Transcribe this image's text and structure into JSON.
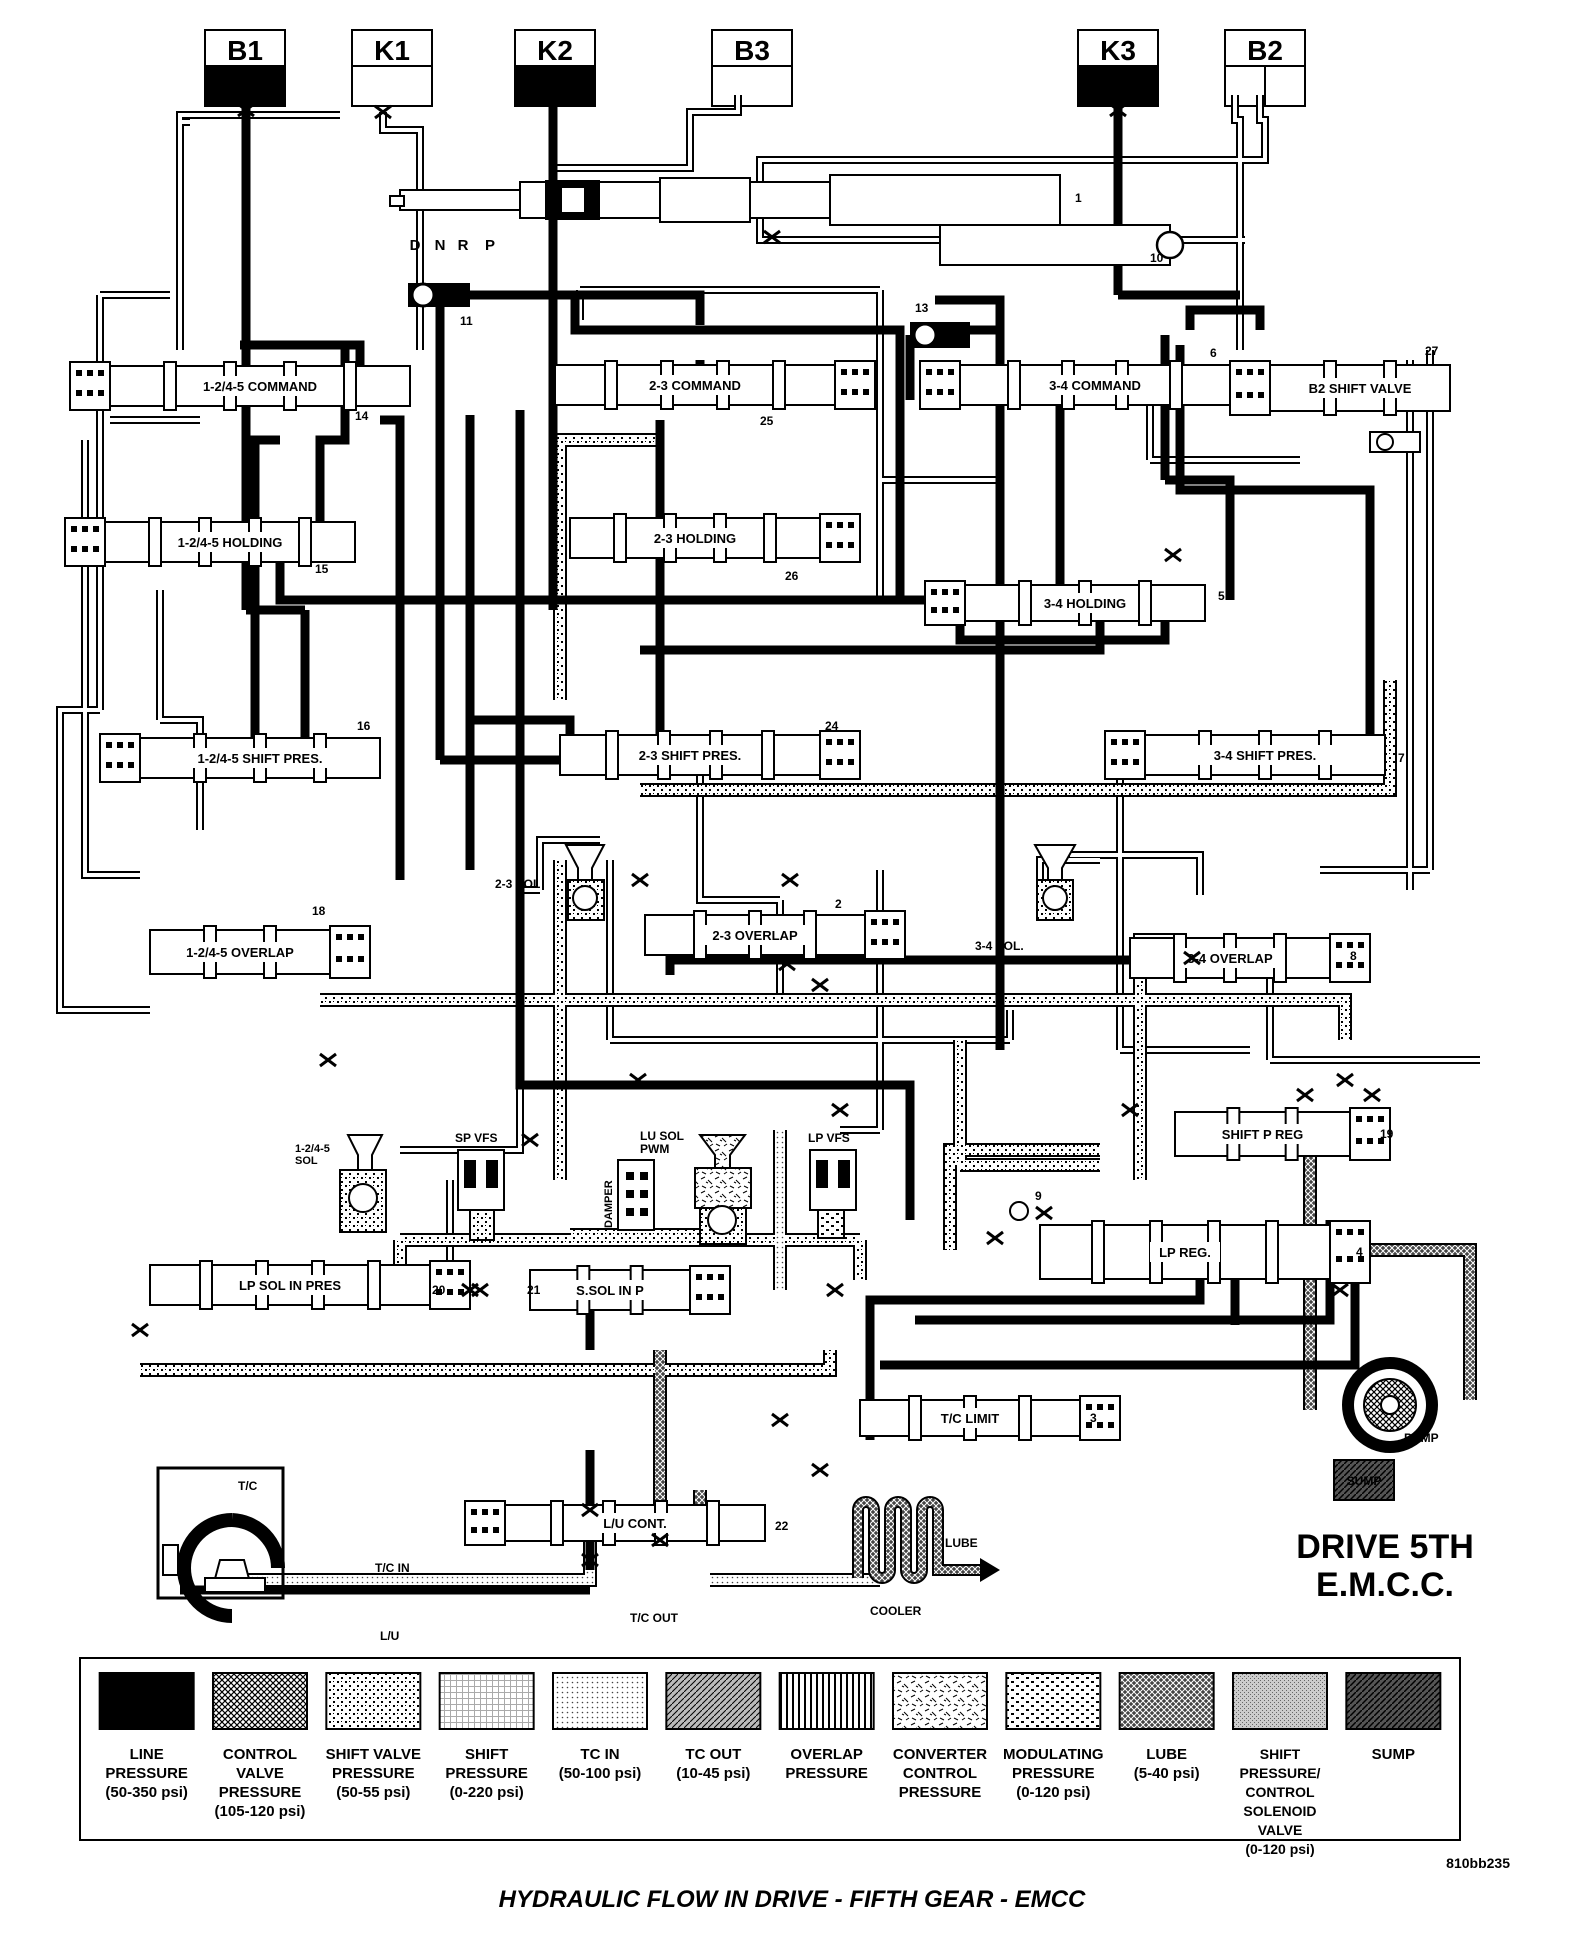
{
  "clutches": [
    {
      "label": "B1",
      "applied": true
    },
    {
      "label": "K1",
      "applied": false
    },
    {
      "label": "K2",
      "applied": true
    },
    {
      "label": "B3",
      "applied": false
    },
    {
      "label": "K3",
      "applied": true
    },
    {
      "label": "B2",
      "applied": false
    }
  ],
  "manual_valve_positions": [
    "D",
    "N",
    "R",
    "P"
  ],
  "valves": {
    "cmd_1245": "1-2/4-5 COMMAND",
    "cmd_23": "2-3 COMMAND",
    "cmd_34": "3-4 COMMAND",
    "b2_shift": "B2 SHIFT VALVE",
    "hold_1245": "1-2/4-5 HOLDING",
    "hold_23": "2-3 HOLDING",
    "hold_34": "3-4 HOLDING",
    "shift_1245": "1-2/4-5 SHIFT PRES.",
    "shift_23": "2-3 SHIFT PRES.",
    "shift_34": "3-4 SHIFT PRES.",
    "ovl_1245": "1-2/4-5 OVERLAP",
    "ovl_23": "2-3 OVERLAP",
    "ovl_34": "3-4 OVERLAP",
    "shift_p_reg": "SHIFT P REG",
    "lp_reg": "LP REG.",
    "lp_sol_in": "LP SOL IN PRES",
    "s_sol_in": "S.SOL IN P",
    "tc_limit": "T/C LIMIT",
    "lu_cont": "L/U CONT."
  },
  "solenoids": {
    "sol_23": "2-3 SOL",
    "sol_34": "3-4 SOL.",
    "sol_1245": "1-2/4-5\nSOL",
    "sp_vfs": "SP VFS",
    "lu_sol": "LU SOL\nPWM",
    "lp_vfs": "LP VFS",
    "damper": "DAMPER"
  },
  "callouts": [
    "1",
    "2",
    "3",
    "4",
    "5",
    "6",
    "7",
    "8",
    "9",
    "10",
    "11",
    "13",
    "14",
    "15",
    "16",
    "18",
    "19",
    "20",
    "21",
    "22",
    "24",
    "25",
    "26",
    "27"
  ],
  "components": {
    "tc": "T/C",
    "tc_in": "T/C IN",
    "tc_out": "T/C OUT",
    "lu": "L/U",
    "cooler": "COOLER",
    "lube": "LUBE",
    "pump": "PUMP",
    "sump": "SUMP"
  },
  "title_lines": [
    "DRIVE 5TH",
    "E.M.C.C."
  ],
  "legend": [
    {
      "key": "line",
      "caption": "LINE\nPRESSURE\n(50-350 psi)"
    },
    {
      "key": "control",
      "caption": "CONTROL\nVALVE\nPRESSURE\n(105-120 psi)"
    },
    {
      "key": "shiftvalve",
      "caption": "SHIFT VALVE\nPRESSURE\n(50-55 psi)"
    },
    {
      "key": "shift",
      "caption": "SHIFT\nPRESSURE\n(0-220 psi)"
    },
    {
      "key": "tcin",
      "caption": "TC IN\n(50-100 psi)"
    },
    {
      "key": "tcout",
      "caption": "TC OUT\n(10-45 psi)"
    },
    {
      "key": "overlap",
      "caption": "OVERLAP\nPRESSURE"
    },
    {
      "key": "converter",
      "caption": "CONVERTER\nCONTROL\nPRESSURE"
    },
    {
      "key": "modulating",
      "caption": "MODULATING\nPRESSURE\n(0-120 psi)"
    },
    {
      "key": "lube",
      "caption": "LUBE\n(5-40 psi)"
    },
    {
      "key": "shiftctrl",
      "caption": "SHIFT\nPRESSURE/\nCONTROL\nSOLENOID VALVE\n(0-120 psi)"
    },
    {
      "key": "sump",
      "caption": "SUMP"
    }
  ],
  "figure_code": "810bb235",
  "caption": "HYDRAULIC FLOW IN DRIVE - FIFTH GEAR - EMCC"
}
